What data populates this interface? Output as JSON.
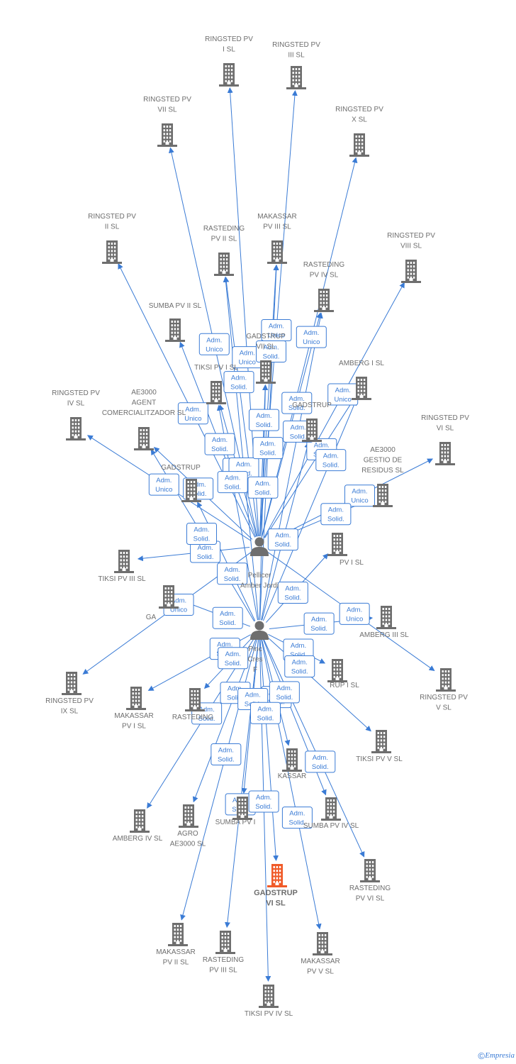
{
  "nodes": [
    {
      "id": "p1",
      "kind": "person",
      "label": [
        "Pellicer",
        "Amber Jordi"
      ]
    },
    {
      "id": "p2",
      "kind": "person",
      "label": [
        "Pinc",
        "Cres",
        "F"
      ]
    },
    {
      "id": "c01",
      "kind": "company",
      "label": [
        "RINGSTED PV",
        "I SL"
      ]
    },
    {
      "id": "c02",
      "kind": "company",
      "label": [
        "RINGSTED PV",
        "III SL"
      ]
    },
    {
      "id": "c03",
      "kind": "company",
      "label": [
        "RINGSTED PV",
        "VII SL"
      ]
    },
    {
      "id": "c04",
      "kind": "company",
      "label": [
        "RINGSTED PV",
        "X SL"
      ]
    },
    {
      "id": "c05",
      "kind": "company",
      "label": [
        "RINGSTED PV",
        "II SL"
      ]
    },
    {
      "id": "c06",
      "kind": "company",
      "label": [
        "RASTEDING",
        "PV II SL"
      ]
    },
    {
      "id": "c07",
      "kind": "company",
      "label": [
        "MAKASSAR",
        "PV III SL"
      ]
    },
    {
      "id": "c08",
      "kind": "company",
      "label": [
        "RINGSTED PV",
        "VIII SL"
      ]
    },
    {
      "id": "c09",
      "kind": "company",
      "label": [
        "RASTEDING",
        "PV IV SL"
      ]
    },
    {
      "id": "c10",
      "kind": "company",
      "label": [
        "SUMBA PV II SL"
      ]
    },
    {
      "id": "c11",
      "kind": "company",
      "label": [
        "GADSTRUP",
        "VII SL"
      ]
    },
    {
      "id": "c12",
      "kind": "company",
      "label": [
        "TIKSI PV I SL"
      ]
    },
    {
      "id": "c13",
      "kind": "company",
      "label": [
        "AMBERG I SL"
      ]
    },
    {
      "id": "c14",
      "kind": "company",
      "label": [
        "RINGSTED PV",
        "IV SL"
      ]
    },
    {
      "id": "c15",
      "kind": "company",
      "label": [
        "AE3000",
        "AGENT",
        "COMERCIALITZADOR SL"
      ]
    },
    {
      "id": "c16",
      "kind": "company",
      "label": [
        "GADSTRUP"
      ]
    },
    {
      "id": "c17",
      "kind": "company",
      "label": [
        "RINGSTED PV",
        "VI SL"
      ]
    },
    {
      "id": "c18",
      "kind": "company",
      "label": [
        "AE3000",
        "GESTIO DE",
        "RESIDUS SL"
      ]
    },
    {
      "id": "c19",
      "kind": "company",
      "label": [
        "GADSTRUP"
      ]
    },
    {
      "id": "c20",
      "kind": "company",
      "label": [
        "PV I SL"
      ]
    },
    {
      "id": "c21",
      "kind": "company",
      "label": [
        "TIKSI PV III SL"
      ]
    },
    {
      "id": "c22",
      "kind": "company",
      "label": [
        "GA"
      ]
    },
    {
      "id": "c23",
      "kind": "company",
      "label": [
        "AMBERG III SL"
      ]
    },
    {
      "id": "c24",
      "kind": "company",
      "label": [
        "RINGSTED PV",
        "IX SL"
      ]
    },
    {
      "id": "c25",
      "kind": "company",
      "label": [
        "MAKASSAR",
        "PV I SL"
      ]
    },
    {
      "id": "c26",
      "kind": "company",
      "label": [
        "RASTEDING"
      ]
    },
    {
      "id": "c27",
      "kind": "company",
      "label": [
        "RUP I SL"
      ]
    },
    {
      "id": "c28",
      "kind": "company",
      "label": [
        "RINGSTED PV",
        "V SL"
      ]
    },
    {
      "id": "c29",
      "kind": "company",
      "label": [
        "TIKSI PV V SL"
      ]
    },
    {
      "id": "c30",
      "kind": "company",
      "label": [
        "KASSAR"
      ]
    },
    {
      "id": "c31",
      "kind": "company",
      "label": [
        "AMBERG IV SL"
      ]
    },
    {
      "id": "c32",
      "kind": "company",
      "label": [
        "AGRO",
        "AE3000 SL"
      ]
    },
    {
      "id": "c33",
      "kind": "company",
      "label": [
        "SUMBA PV I"
      ]
    },
    {
      "id": "c34",
      "kind": "company",
      "label": [
        "SUMBA PV IV SL"
      ]
    },
    {
      "id": "c35",
      "kind": "company",
      "label": [
        "GADSTRUP",
        "VI SL"
      ],
      "highlight": true
    },
    {
      "id": "c36",
      "kind": "company",
      "label": [
        "RASTEDING",
        "PV VI SL"
      ]
    },
    {
      "id": "c37",
      "kind": "company",
      "label": [
        "MAKASSAR",
        "PV II SL"
      ]
    },
    {
      "id": "c38",
      "kind": "company",
      "label": [
        "RASTEDING",
        "PV III SL"
      ]
    },
    {
      "id": "c39",
      "kind": "company",
      "label": [
        "MAKASSAR",
        "PV V SL"
      ]
    },
    {
      "id": "c40",
      "kind": "company",
      "label": [
        "TIKSI PV IV SL"
      ]
    }
  ],
  "edge_labels": {
    "adm_unico": [
      "Adm.",
      "Unico"
    ],
    "adm_solid": [
      "Adm.",
      "Solid."
    ]
  },
  "edges": [
    {
      "from": "p1",
      "to": "c01",
      "role": "adm_unico"
    },
    {
      "from": "p1",
      "to": "c02",
      "role": "adm_unico"
    },
    {
      "from": "p1",
      "to": "c03",
      "role": "adm_unico"
    },
    {
      "from": "p1",
      "to": "c04",
      "role": "adm_unico"
    },
    {
      "from": "p1",
      "to": "c05",
      "role": "adm_unico"
    },
    {
      "from": "p1",
      "to": "c06",
      "role": "adm_solid"
    },
    {
      "from": "p1",
      "to": "c07",
      "role": "adm_solid"
    },
    {
      "from": "p1",
      "to": "c08",
      "role": "adm_unico"
    },
    {
      "from": "p1",
      "to": "c09",
      "role": "adm_solid"
    },
    {
      "from": "p1",
      "to": "c10",
      "role": "adm_solid"
    },
    {
      "from": "p1",
      "to": "c11",
      "role": "adm_solid"
    },
    {
      "from": "p1",
      "to": "c12",
      "role": "adm_solid"
    },
    {
      "from": "p1",
      "to": "c13",
      "role": "adm_solid"
    },
    {
      "from": "p1",
      "to": "c14",
      "role": "adm_unico"
    },
    {
      "from": "p1",
      "to": "c15",
      "role": "adm_solid"
    },
    {
      "from": "p1",
      "to": "c17",
      "role": "adm_unico"
    },
    {
      "from": "p1",
      "to": "c18",
      "role": "adm_solid"
    },
    {
      "from": "p1",
      "to": "c21",
      "role": "adm_solid"
    },
    {
      "from": "p1",
      "to": "c24",
      "role": "adm_unico"
    },
    {
      "from": "p1",
      "to": "c28",
      "role": "adm_unico"
    },
    {
      "from": "p2",
      "to": "c06",
      "role": "adm_solid"
    },
    {
      "from": "p2",
      "to": "c07",
      "role": "adm_solid"
    },
    {
      "from": "p2",
      "to": "c09",
      "role": "adm_solid"
    },
    {
      "from": "p2",
      "to": "c11",
      "role": "adm_solid"
    },
    {
      "from": "p2",
      "to": "c12",
      "role": "adm_solid"
    },
    {
      "from": "p2",
      "to": "c13",
      "role": "adm_solid"
    },
    {
      "from": "p2",
      "to": "c15",
      "role": "adm_solid"
    },
    {
      "from": "p2",
      "to": "c16",
      "role": "adm_solid"
    },
    {
      "from": "p2",
      "to": "c19",
      "role": "adm_solid"
    },
    {
      "from": "p2",
      "to": "c20",
      "role": "adm_solid"
    },
    {
      "from": "p2",
      "to": "c22",
      "role": "adm_solid"
    },
    {
      "from": "p2",
      "to": "c23",
      "role": "adm_solid"
    },
    {
      "from": "p2",
      "to": "c25",
      "role": "adm_solid"
    },
    {
      "from": "p2",
      "to": "c26",
      "role": "adm_solid"
    },
    {
      "from": "p2",
      "to": "c27",
      "role": "adm_solid"
    },
    {
      "from": "p2",
      "to": "c29",
      "role": "adm_solid"
    },
    {
      "from": "p2",
      "to": "c30",
      "role": "adm_solid"
    },
    {
      "from": "p2",
      "to": "c31",
      "role": "adm_solid"
    },
    {
      "from": "p2",
      "to": "c32",
      "role": "adm_solid"
    },
    {
      "from": "p2",
      "to": "c33",
      "role": "adm_solid"
    },
    {
      "from": "p2",
      "to": "c34",
      "role": "adm_solid"
    },
    {
      "from": "p2",
      "to": "c35",
      "role": "adm_solid"
    },
    {
      "from": "p2",
      "to": "c36",
      "role": "adm_solid"
    },
    {
      "from": "p2",
      "to": "c37",
      "role": "adm_solid"
    },
    {
      "from": "p2",
      "to": "c38",
      "role": "adm_solid"
    },
    {
      "from": "p2",
      "to": "c39",
      "role": "adm_solid"
    },
    {
      "from": "p2",
      "to": "c40",
      "role": "adm_solid"
    }
  ],
  "colors": {
    "edge": "#3a7bd5",
    "node": "#6e6e6e",
    "highlight": "#f05a28",
    "label_bg": "#ffffff"
  },
  "icons": {
    "person": "person-icon",
    "company": "building-icon",
    "copyright": "copyright-icon"
  },
  "footer": {
    "copyright": "©",
    "brand": "Empresia"
  }
}
